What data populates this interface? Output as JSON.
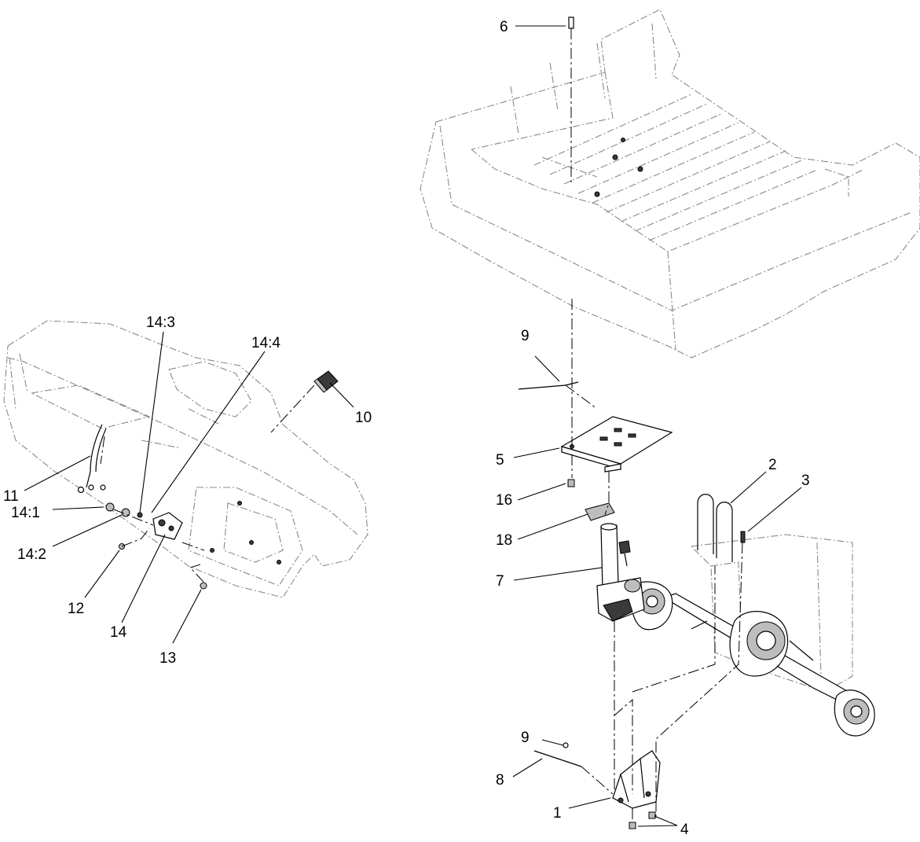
{
  "callouts": {
    "c1": "1",
    "c2": "2",
    "c3": "3",
    "c4": "4",
    "c5": "5",
    "c6": "6",
    "c7": "7",
    "c8": "8",
    "c9_top": "9",
    "c9_bottom": "9",
    "c10": "10",
    "c11": "11",
    "c12": "12",
    "c13": "13",
    "c14": "14",
    "c14_1": "14:1",
    "c14_2": "14:2",
    "c14_3": "14:3",
    "c14_4": "14:4",
    "c16": "16",
    "c18": "18"
  }
}
